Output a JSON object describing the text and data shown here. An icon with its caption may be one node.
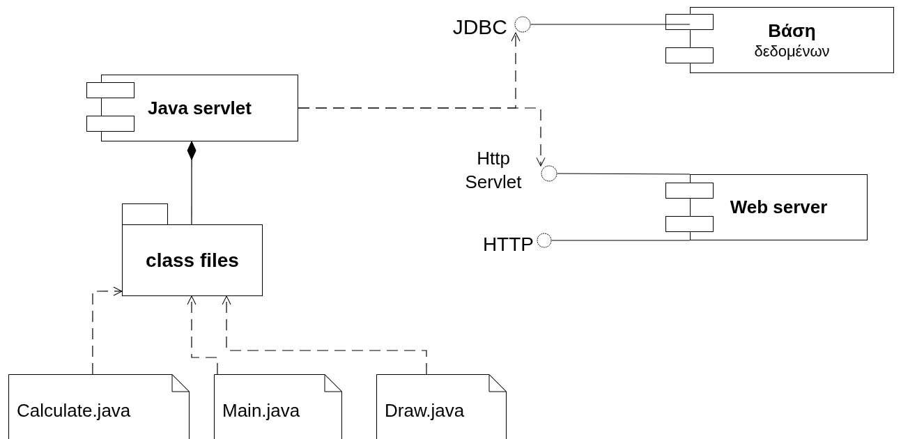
{
  "diagram": {
    "nodes": [
      {
        "text": [
          "Java servlet"
        ]
      },
      {
        "text": [
          "class files"
        ]
      },
      {
        "text": [
          "Calculate.java"
        ]
      },
      {
        "text": [
          "Main.java"
        ]
      },
      {
        "text": [
          "Draw.java"
        ]
      },
      {
        "text": [
          "Βάση",
          "δεδομένων"
        ]
      },
      {
        "text": [
          "Web server"
        ]
      },
      {
        "text": [],
        "shape": "circle",
        "beside": [
          "JDBC"
        ]
      },
      {
        "text": [],
        "shape": "circle",
        "beside": [
          "Http Servlet"
        ]
      },
      {
        "text": [],
        "shape": "circle",
        "beside": [
          "HTTP"
        ]
      }
    ],
    "edges": [
      {
        "from": 1,
        "to": 0,
        "arrow": "other"
      },
      {
        "from": 2,
        "to": 1,
        "arrow": "to",
        "style": "dashed"
      },
      {
        "from": 3,
        "to": 1,
        "arrow": "to",
        "style": "dashed"
      },
      {
        "from": 4,
        "to": 1,
        "arrow": "to",
        "style": "dashed"
      },
      {
        "from": 0,
        "to": 7,
        "arrow": "to",
        "style": "dashed"
      },
      {
        "from": 0,
        "to": 8,
        "arrow": "to",
        "style": "dashed"
      },
      {
        "from": 5,
        "to": 7,
        "arrow": "none"
      },
      {
        "from": 6,
        "to": 8,
        "arrow": "none"
      },
      {
        "from": 6,
        "to": 9,
        "arrow": "none"
      }
    ]
  }
}
